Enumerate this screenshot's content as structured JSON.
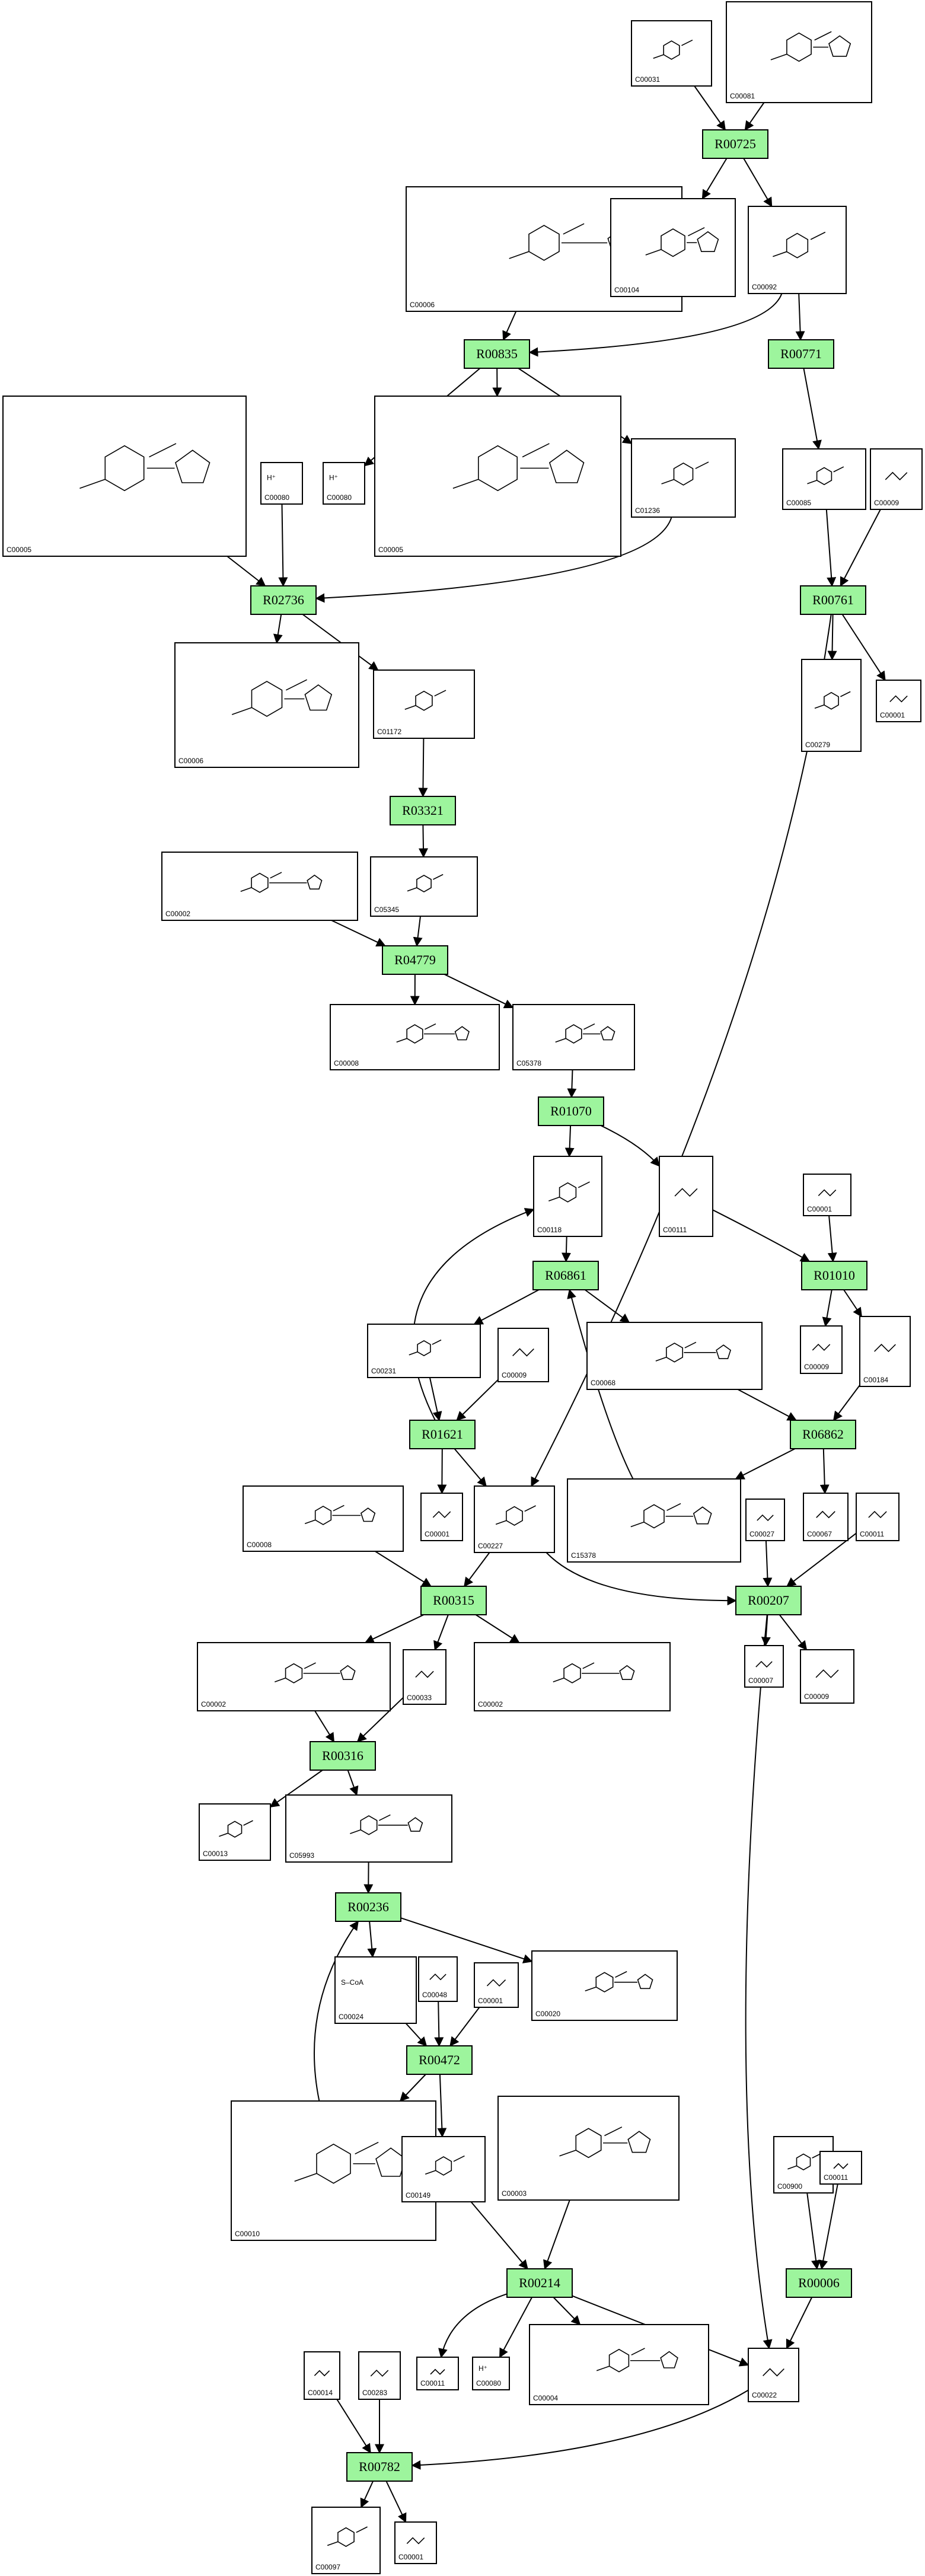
{
  "colors": {
    "reaction_fill": "#9df59d",
    "box_stroke": "#000000",
    "background": "#ffffff"
  },
  "reactions": [
    {
      "id": "r1",
      "label": "R00725"
    },
    {
      "id": "r2",
      "label": "R00835"
    },
    {
      "id": "r3",
      "label": "R00771"
    },
    {
      "id": "r4",
      "label": "R02736"
    },
    {
      "id": "r5",
      "label": "R00761"
    },
    {
      "id": "r6",
      "label": "R03321"
    },
    {
      "id": "r7",
      "label": "R04779"
    },
    {
      "id": "r8",
      "label": "R01070"
    },
    {
      "id": "r9",
      "label": "R06861"
    },
    {
      "id": "r10",
      "label": "R01010"
    },
    {
      "id": "r11",
      "label": "R01621"
    },
    {
      "id": "r12",
      "label": "R06862"
    },
    {
      "id": "r13",
      "label": "R00315"
    },
    {
      "id": "r14",
      "label": "R00207"
    },
    {
      "id": "r15",
      "label": "R00316"
    },
    {
      "id": "r16",
      "label": "R00236"
    },
    {
      "id": "r17",
      "label": "R00472"
    },
    {
      "id": "r18",
      "label": "R00214"
    },
    {
      "id": "r19",
      "label": "R00006"
    },
    {
      "id": "r20",
      "label": "R00782"
    }
  ],
  "compounds": [
    {
      "id": "c1",
      "label": "C00031",
      "extra": ""
    },
    {
      "id": "c2",
      "label": "C00081",
      "extra": ""
    },
    {
      "id": "c3",
      "label": "C00006",
      "extra": ""
    },
    {
      "id": "c4",
      "label": "C00104",
      "extra": ""
    },
    {
      "id": "c5",
      "label": "C00092",
      "extra": ""
    },
    {
      "id": "c6",
      "label": "C00005",
      "extra": ""
    },
    {
      "id": "c7",
      "label": "C00080",
      "extra": "H⁺"
    },
    {
      "id": "c8",
      "label": "C00080",
      "extra": "H⁺"
    },
    {
      "id": "c9",
      "label": "C00005",
      "extra": ""
    },
    {
      "id": "c10",
      "label": "C01236",
      "extra": ""
    },
    {
      "id": "c11",
      "label": "C00085",
      "extra": ""
    },
    {
      "id": "c12",
      "label": "C00009",
      "extra": ""
    },
    {
      "id": "c13",
      "label": "C00006",
      "extra": ""
    },
    {
      "id": "c14",
      "label": "C01172",
      "extra": ""
    },
    {
      "id": "c15",
      "label": "C00279",
      "extra": ""
    },
    {
      "id": "c16",
      "label": "C00001",
      "extra": ""
    },
    {
      "id": "c17",
      "label": "C00002",
      "extra": ""
    },
    {
      "id": "c18",
      "label": "C05345",
      "extra": ""
    },
    {
      "id": "c19",
      "label": "C00008",
      "extra": ""
    },
    {
      "id": "c20",
      "label": "C05378",
      "extra": ""
    },
    {
      "id": "c21",
      "label": "C00118",
      "extra": ""
    },
    {
      "id": "c22",
      "label": "C00111",
      "extra": ""
    },
    {
      "id": "c23",
      "label": "C00001",
      "extra": ""
    },
    {
      "id": "c24",
      "label": "C00231",
      "extra": ""
    },
    {
      "id": "c25",
      "label": "C00009",
      "extra": ""
    },
    {
      "id": "c26",
      "label": "C00068",
      "extra": ""
    },
    {
      "id": "c27",
      "label": "C00009",
      "extra": ""
    },
    {
      "id": "c28",
      "label": "C00184",
      "extra": ""
    },
    {
      "id": "c29",
      "label": "C00008",
      "extra": ""
    },
    {
      "id": "c30",
      "label": "C00001",
      "extra": ""
    },
    {
      "id": "c31",
      "label": "C00227",
      "extra": ""
    },
    {
      "id": "c32",
      "label": "C15378",
      "extra": ""
    },
    {
      "id": "c33",
      "label": "C00027",
      "extra": ""
    },
    {
      "id": "c34",
      "label": "C00067",
      "extra": ""
    },
    {
      "id": "c35",
      "label": "C00011",
      "extra": ""
    },
    {
      "id": "c36",
      "label": "C00002",
      "extra": ""
    },
    {
      "id": "c37",
      "label": "C00033",
      "extra": ""
    },
    {
      "id": "c38",
      "label": "C00002",
      "extra": ""
    },
    {
      "id": "c39",
      "label": "C00007",
      "extra": ""
    },
    {
      "id": "c40",
      "label": "C00009",
      "extra": ""
    },
    {
      "id": "c41",
      "label": "C00013",
      "extra": ""
    },
    {
      "id": "c42",
      "label": "C05993",
      "extra": ""
    },
    {
      "id": "c43",
      "label": "C00024",
      "extra": "S–CoA"
    },
    {
      "id": "c44",
      "label": "C00048",
      "extra": ""
    },
    {
      "id": "c45",
      "label": "C00001",
      "extra": ""
    },
    {
      "id": "c46",
      "label": "C00020",
      "extra": ""
    },
    {
      "id": "c47",
      "label": "C00010",
      "extra": ""
    },
    {
      "id": "c48",
      "label": "C00149",
      "extra": ""
    },
    {
      "id": "c49",
      "label": "C00003",
      "extra": ""
    },
    {
      "id": "c50",
      "label": "C00900",
      "extra": ""
    },
    {
      "id": "c51",
      "label": "C00011",
      "extra": ""
    },
    {
      "id": "c52",
      "label": "C00014",
      "extra": ""
    },
    {
      "id": "c53",
      "label": "C00283",
      "extra": ""
    },
    {
      "id": "c54",
      "label": "C00011",
      "extra": ""
    },
    {
      "id": "c55",
      "label": "C00080",
      "extra": "H⁺"
    },
    {
      "id": "c56",
      "label": "C00004",
      "extra": ""
    },
    {
      "id": "c57",
      "label": "C00022",
      "extra": ""
    },
    {
      "id": "c58",
      "label": "C00097",
      "extra": ""
    },
    {
      "id": "c59",
      "label": "C00001",
      "extra": ""
    }
  ]
}
